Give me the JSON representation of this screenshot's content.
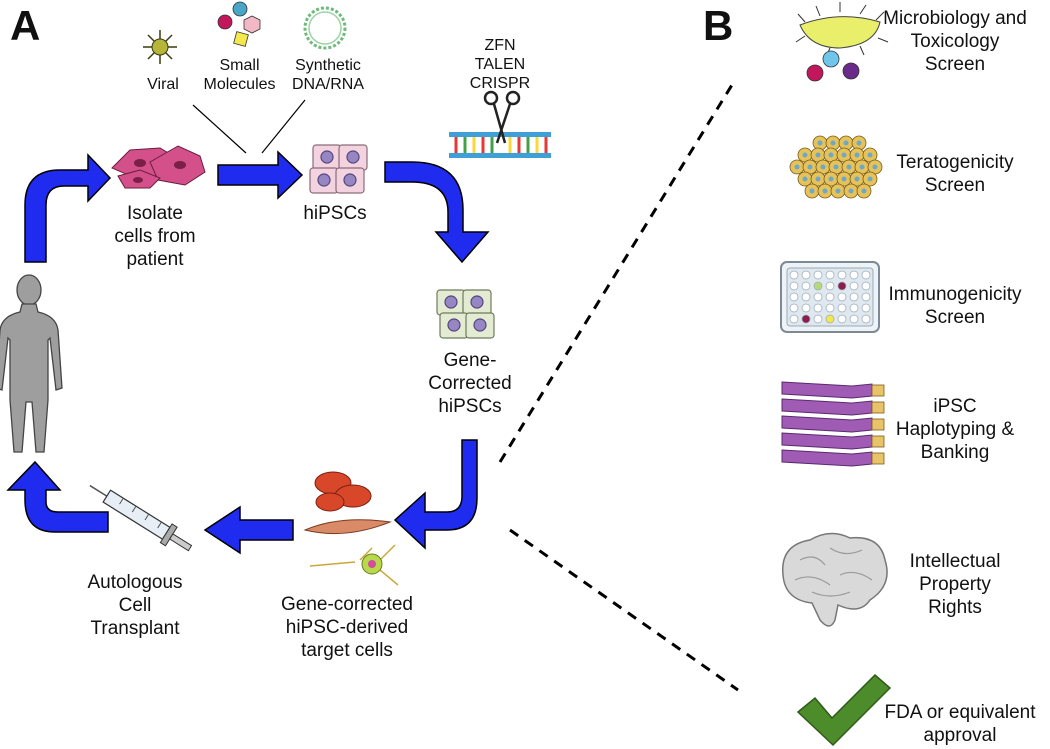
{
  "panels": {
    "a": "A",
    "b": "B"
  },
  "panel_a": {
    "inputs": {
      "viral": [
        "Viral"
      ],
      "small_molecules": [
        "Small",
        "Molecules"
      ],
      "synthetic": [
        "Synthetic",
        "DNA/RNA"
      ]
    },
    "editing_tools": [
      "ZFN",
      "TALEN",
      "CRISPR"
    ],
    "isolate": [
      "Isolate",
      "cells from",
      "patient"
    ],
    "hipscs": [
      "hiPSCs"
    ],
    "gene_corrected": [
      "Gene-",
      "Corrected",
      "hiPSCs"
    ],
    "target_cells": [
      "Gene-corrected",
      "hiPSC-derived",
      "target cells"
    ],
    "transplant": [
      "Autologous",
      "Cell",
      "Transplant"
    ]
  },
  "panel_b": {
    "items": [
      {
        "lines": [
          "Microbiology and",
          "Toxicology",
          "Screen"
        ],
        "icon": "microbe-icon"
      },
      {
        "lines": [
          "Teratogenicity",
          "Screen"
        ],
        "icon": "cell-cluster-icon"
      },
      {
        "lines": [
          "Immunogenicity",
          "Screen"
        ],
        "icon": "well-plate-icon"
      },
      {
        "lines": [
          "iPSC",
          "Haplotyping &",
          "Banking"
        ],
        "icon": "flask-stack-icon"
      },
      {
        "lines": [
          "Intellectual",
          "Property",
          "Rights"
        ],
        "icon": "brain-icon"
      },
      {
        "lines": [
          "FDA or equivalent",
          "approval"
        ],
        "icon": "checkmark-icon"
      }
    ]
  },
  "colors": {
    "arrow": "#1f2cf0",
    "cell": "#e8c3cf",
    "nucleus": "#8f7cbf",
    "check": "#4c8c2b",
    "brain": "#d9d9d9",
    "flask": "#a05bb5"
  }
}
